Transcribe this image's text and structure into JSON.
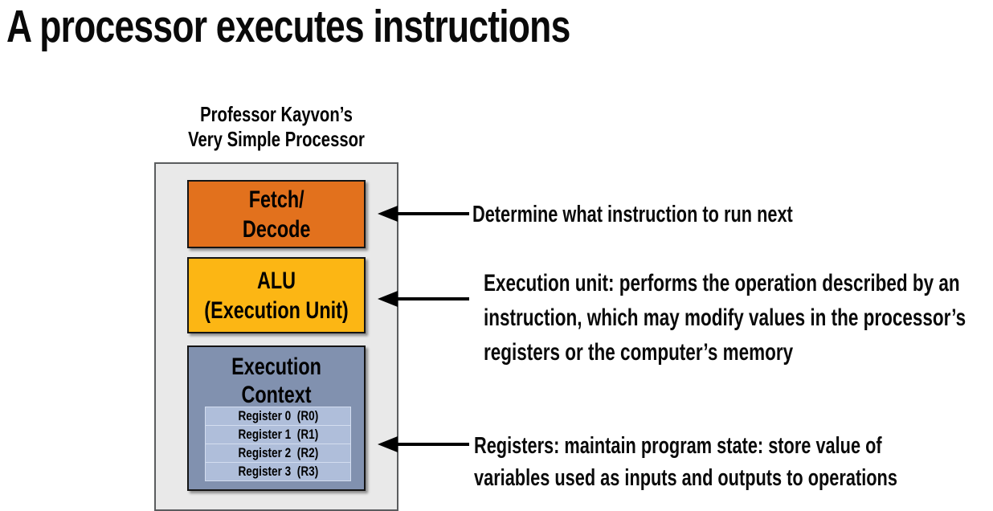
{
  "title": "A processor executes instructions",
  "processor": {
    "caption": {
      "line1": "Professor Kayvon’s",
      "line2": "Very Simple Processor"
    },
    "colors": {
      "chassis": "#E9E9E9",
      "fetch": "#E2711D",
      "alu": "#FCB614",
      "context": "#8191AF",
      "register": "#AFBEDA"
    },
    "fetch_decode": {
      "line1": "Fetch/",
      "line2": "Decode"
    },
    "alu": {
      "line1": "ALU",
      "line2": "(Execution Unit)"
    },
    "execution_context": {
      "title_line1": "Execution",
      "title_line2": "Context",
      "registers": [
        "Register 0  (R0)",
        "Register 1  (R1)",
        "Register 2  (R2)",
        "Register 3  (R3)"
      ]
    }
  },
  "annotations": {
    "fetch": {
      "line1": "Determine what instruction to run next"
    },
    "alu": {
      "line1": "Execution unit: performs the operation described by an",
      "line2": "instruction, which may modify values in the processor’s",
      "line3": "registers or the computer’s memory"
    },
    "registers": {
      "line1": "Registers: maintain program state: store value of",
      "line2": "variables used as inputs and outputs to operations"
    }
  }
}
